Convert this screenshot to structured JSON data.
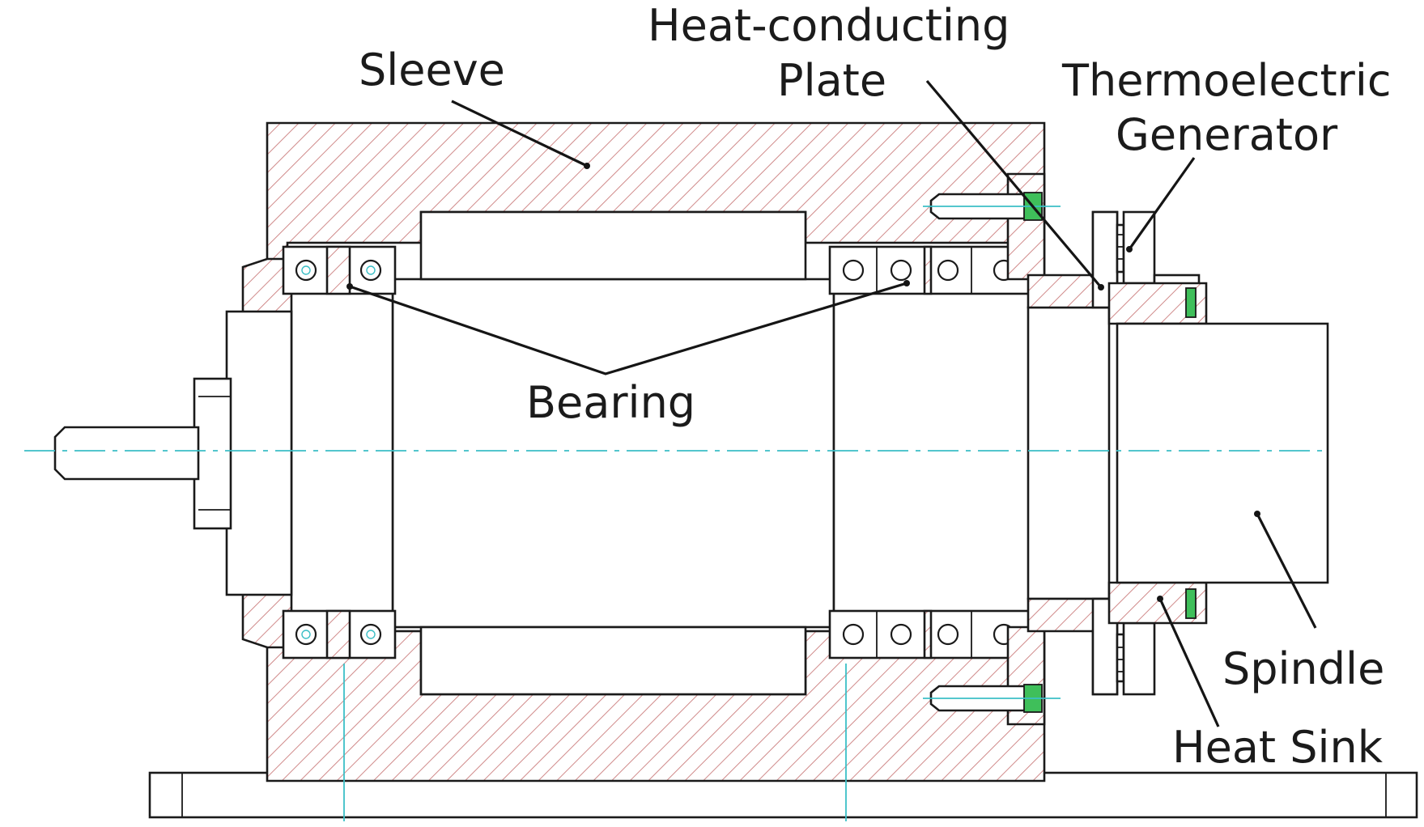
{
  "labels": {
    "sleeve": "Sleeve",
    "heat_plate_line1": "Heat-conducting",
    "heat_plate_line2": "Plate",
    "teg_line1": "Thermoelectric",
    "teg_line2": "Generator",
    "bearing": "Bearing",
    "spindle": "Spindle",
    "heat_sink": "Heat Sink"
  },
  "colors": {
    "outline": "#1a1a1a",
    "hatch": "#d08a8a",
    "centerline": "#3bbfc6",
    "screw_accent": "#3fbf5a"
  }
}
